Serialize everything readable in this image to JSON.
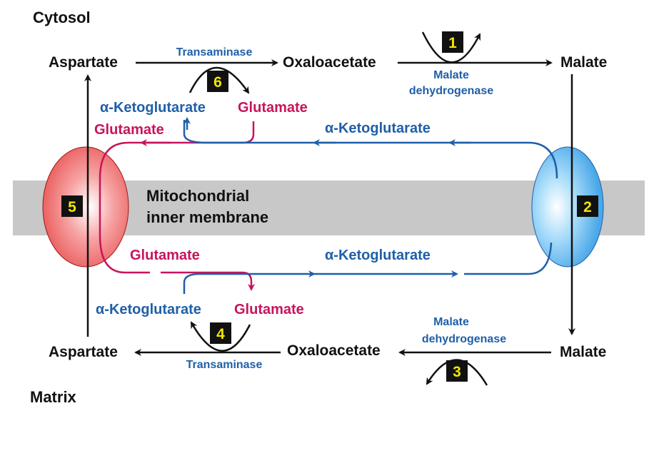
{
  "colors": {
    "black": "#111111",
    "blue": "#1f5fa8",
    "pink": "#c8135c",
    "membrane": "#c8c8c8",
    "badge_fill": "#111111",
    "badge_text": "#f2e600",
    "transporter5": "#f06a6a",
    "transporter2": "#6ab8f0"
  },
  "regions": {
    "cytosol": "Cytosol",
    "matrix": "Matrix",
    "membrane_line1": "Mitochondrial",
    "membrane_line2": "inner membrane"
  },
  "cytosol": {
    "aspartate": "Aspartate",
    "oxaloacetate": "Oxaloacetate",
    "malate": "Malate",
    "transaminase": "Transaminase",
    "malate_dh_line1": "Malate",
    "malate_dh_line2": "dehydrogenase",
    "akg_left": "α-Ketoglutarate",
    "glutamate_right": "Glutamate",
    "glutamate_transport": "Glutamate",
    "akg_transport": "α-Ketoglutarate"
  },
  "matrix": {
    "aspartate": "Aspartate",
    "oxaloacetate": "Oxaloacetate",
    "malate": "Malate",
    "transaminase": "Transaminase",
    "malate_dh_line1": "Malate",
    "malate_dh_line2": "dehydrogenase",
    "akg_left": "α-Ketoglutarate",
    "glutamate_right": "Glutamate",
    "glutamate_transport": "Glutamate",
    "akg_transport": "α-Ketoglutarate"
  },
  "badges": {
    "b1": "1",
    "b2": "2",
    "b3": "3",
    "b4": "4",
    "b5": "5",
    "b6": "6"
  }
}
